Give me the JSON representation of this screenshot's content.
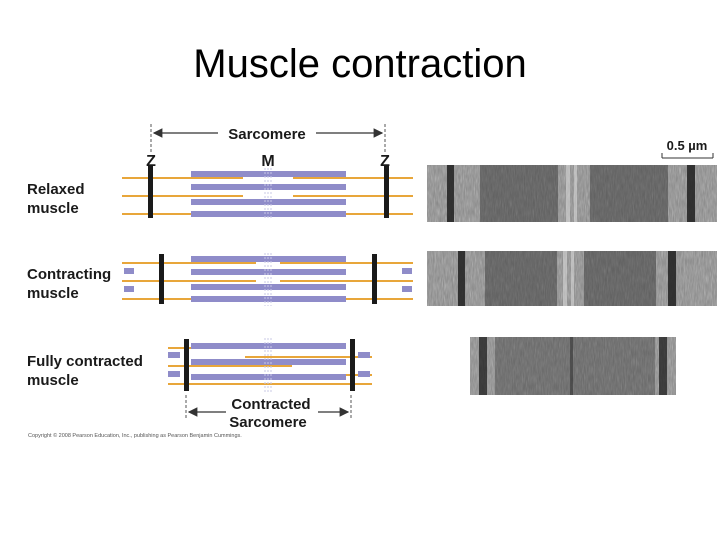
{
  "title": "Muscle contraction",
  "labels": {
    "sarcomere": "Sarcomere",
    "z_left": "Z",
    "m_line": "M",
    "z_right": "Z",
    "scale": "0.5 µm",
    "contracted_line1": "Contracted",
    "contracted_line2": "Sarcomere"
  },
  "rows": [
    {
      "line1": "Relaxed",
      "line2": "muscle"
    },
    {
      "line1": "Contracting",
      "line2": "muscle"
    },
    {
      "line1": "Fully contracted",
      "line2": "muscle"
    }
  ],
  "copyright": "Copyright © 2008 Pearson Education, Inc., publishing as Pearson Benjamin Cummings.",
  "colors": {
    "thin_filament": "#e8a63a",
    "thick_filament": "#8f8cc9",
    "z_disc": "#1a1a1a"
  }
}
